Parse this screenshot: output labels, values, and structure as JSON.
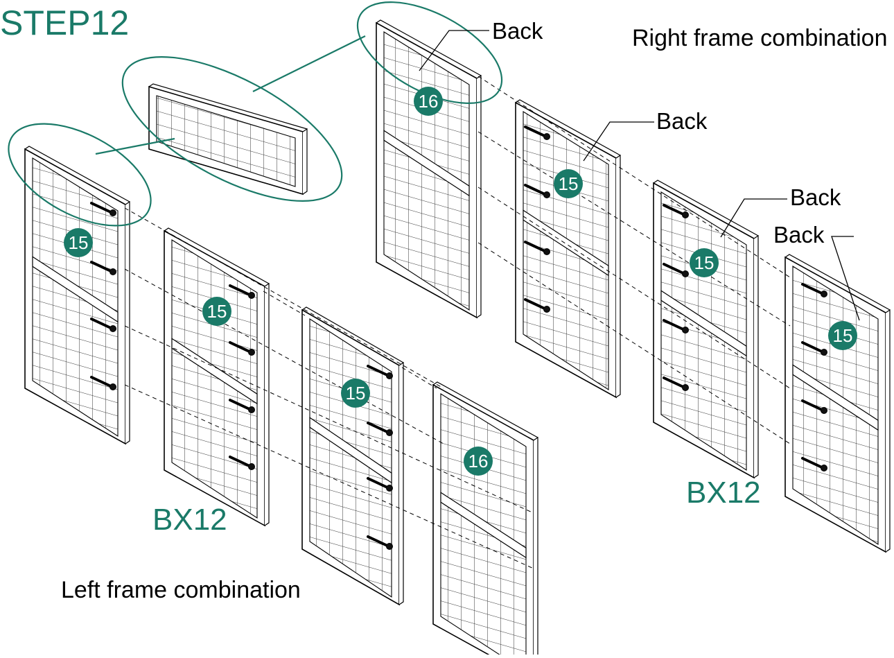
{
  "step_title": "STEP12",
  "labels": {
    "back": "Back",
    "right_combo": "Right frame combination",
    "left_combo": "Left frame combination",
    "bx_left": "BX12",
    "bx_right": "BX12"
  },
  "parts": {
    "p15": "15",
    "p16": "16"
  },
  "colors": {
    "accent": "#1a7a68",
    "ink": "#000000",
    "frame_fill": "#ffffff"
  }
}
